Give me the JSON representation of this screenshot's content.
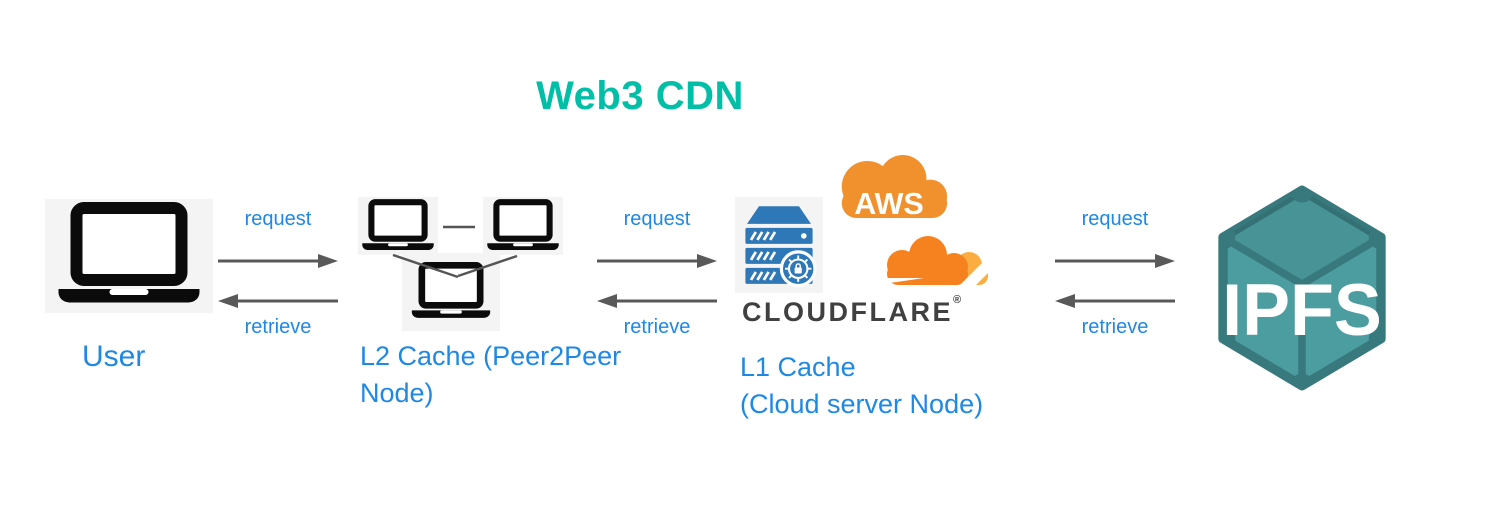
{
  "title": "Web3 CDN",
  "nodes": {
    "user": {
      "label": "User",
      "icon": "laptop-icon"
    },
    "l2_cache": {
      "label": "L2 Cache (Peer2Peer Node)",
      "icons": [
        "laptop-icon",
        "laptop-icon",
        "laptop-icon"
      ]
    },
    "l1_cache": {
      "label_lines": [
        "L1 Cache",
        "(Cloud server Node)"
      ],
      "icon": "server-icon",
      "aws_logo_text": "AWS",
      "cloudflare_logo_text": "CLOUDFLARE",
      "cloudflare_trademark": "®"
    },
    "ipfs": {
      "label": "IPFS",
      "icon": "ipfs-cube-logo"
    }
  },
  "links": [
    {
      "from": "User",
      "to": "L2 Cache (Peer2Peer Node)",
      "request_label": "request",
      "retrieve_label": "retrieve"
    },
    {
      "from": "L2 Cache (Peer2Peer Node)",
      "to": "L1 Cache (Cloud server Node)",
      "request_label": "request",
      "retrieve_label": "retrieve"
    },
    {
      "from": "L1 Cache (Cloud server Node)",
      "to": "IPFS",
      "request_label": "request",
      "retrieve_label": "retrieve"
    }
  ],
  "colors": {
    "title_teal": "#00BFA6",
    "label_blue": "#1E88E5",
    "arrow_gray": "#595959",
    "laptop_black": "#0B0B0B",
    "server_blue": "#2E78B8",
    "aws_orange": "#F0912D",
    "cloudflare_orange": "#F6821F",
    "cloudflare_light_orange": "#FBAD41",
    "cloudflare_text_gray": "#404041",
    "ipfs_teal": "#4C9DA0",
    "ipfs_dark_teal": "#37797C",
    "panel_gray": "#F4F4F4"
  }
}
